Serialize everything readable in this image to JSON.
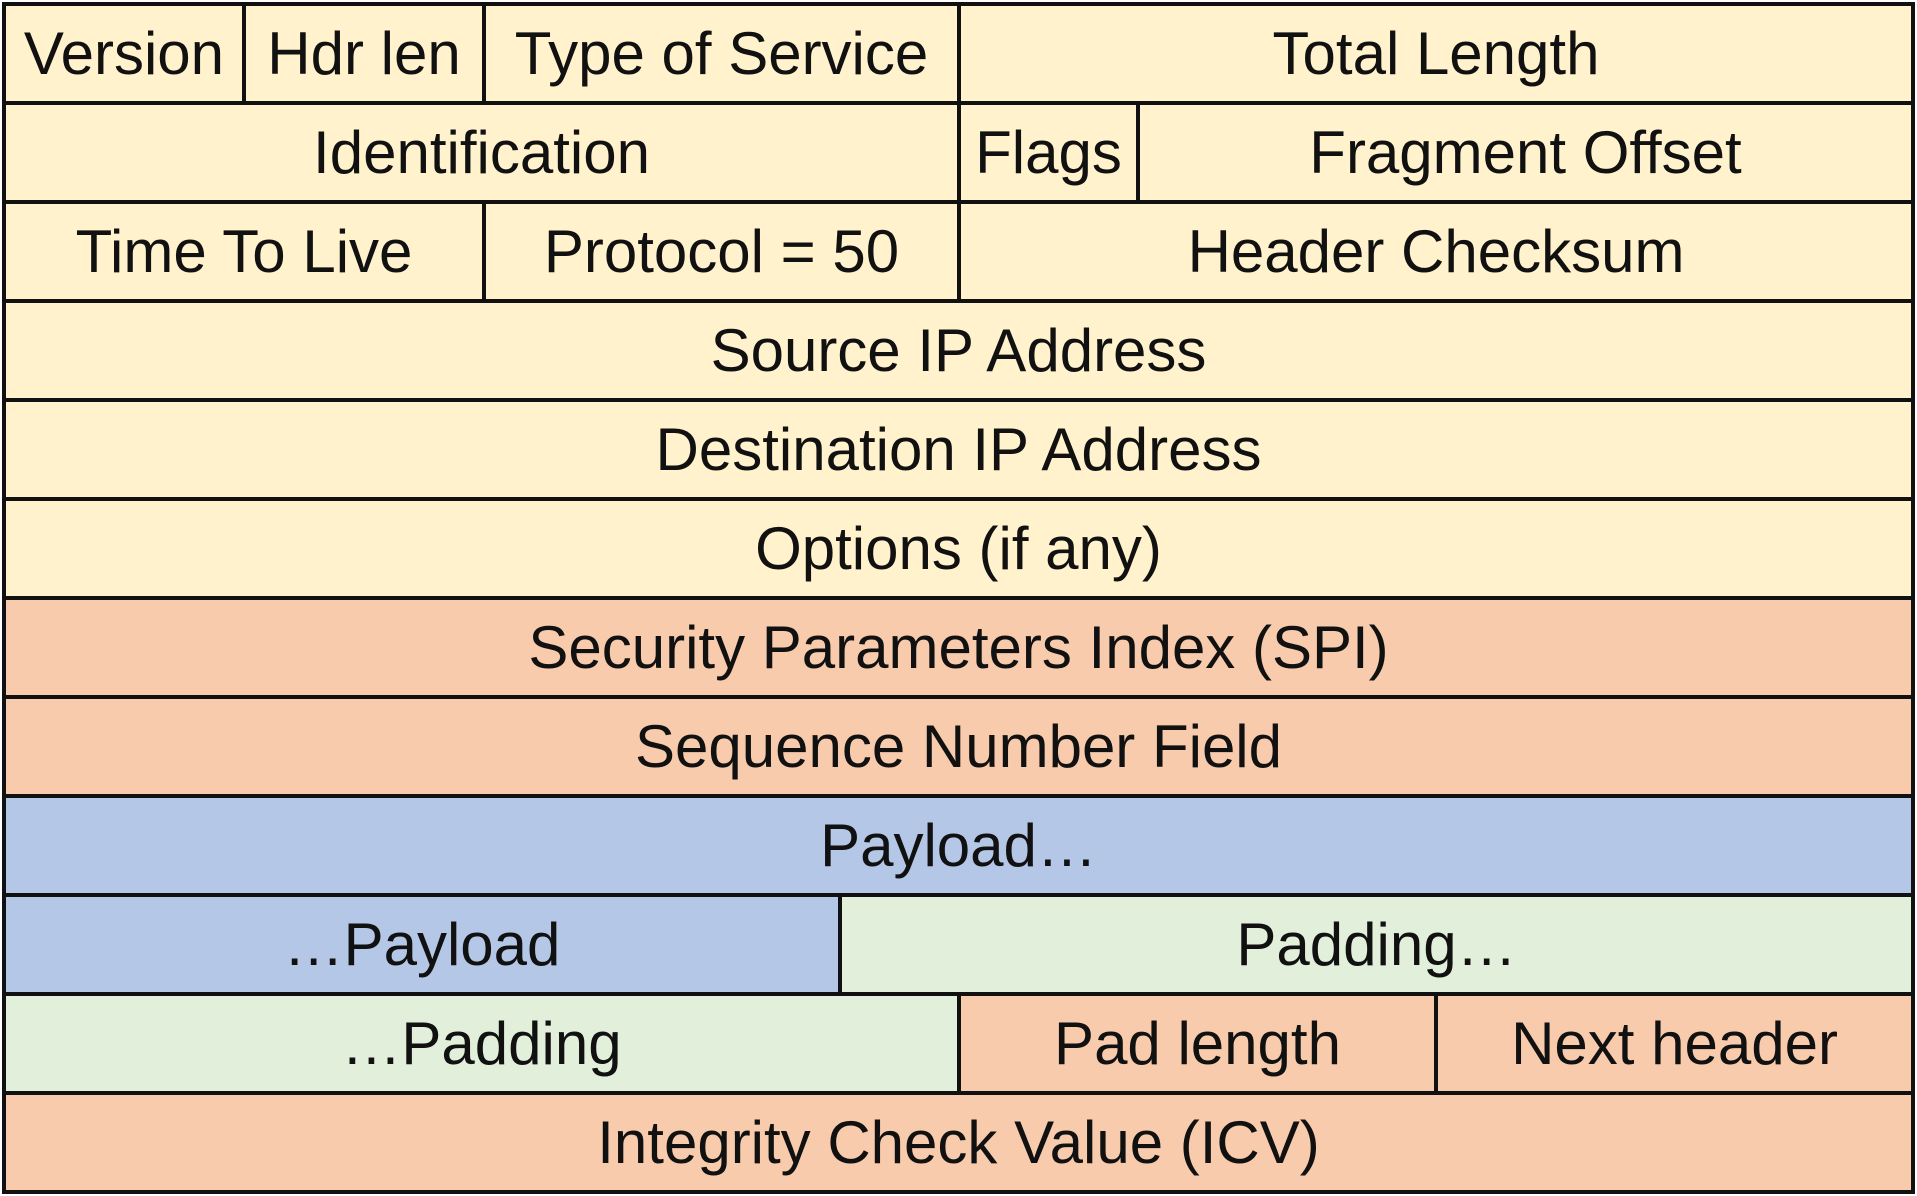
{
  "colors": {
    "ip_header": "#FFF2CC",
    "esp_header": "#F8CBAD",
    "payload": "#B4C7E7",
    "padding": "#E2EFDA",
    "border": "#111111"
  },
  "rows": [
    {
      "fields": [
        {
          "label": "Version",
          "section": "ip"
        },
        {
          "label": "Hdr len",
          "section": "ip"
        },
        {
          "label": "Type of Service",
          "section": "ip"
        },
        {
          "label": "Total Length",
          "section": "ip"
        }
      ]
    },
    {
      "fields": [
        {
          "label": "Identification",
          "section": "ip"
        },
        {
          "label": "Flags",
          "section": "ip"
        },
        {
          "label": "Fragment Offset",
          "section": "ip"
        }
      ]
    },
    {
      "fields": [
        {
          "label": "Time To Live",
          "section": "ip"
        },
        {
          "label": "Protocol = 50",
          "section": "ip"
        },
        {
          "label": "Header Checksum",
          "section": "ip"
        }
      ]
    },
    {
      "fields": [
        {
          "label": "Source IP Address",
          "section": "ip"
        }
      ]
    },
    {
      "fields": [
        {
          "label": "Destination IP Address",
          "section": "ip"
        }
      ]
    },
    {
      "fields": [
        {
          "label": "Options (if any)",
          "section": "ip"
        }
      ]
    },
    {
      "fields": [
        {
          "label": "Security Parameters Index (SPI)",
          "section": "esp"
        }
      ]
    },
    {
      "fields": [
        {
          "label": "Sequence Number Field",
          "section": "esp"
        }
      ]
    },
    {
      "fields": [
        {
          "label": "Payload…",
          "section": "pay"
        }
      ]
    },
    {
      "fields": [
        {
          "label": "…Payload",
          "section": "pay"
        },
        {
          "label": "Padding…",
          "section": "pad"
        }
      ]
    },
    {
      "fields": [
        {
          "label": "…Padding",
          "section": "pad"
        },
        {
          "label": "Pad length",
          "section": "esp"
        },
        {
          "label": "Next header",
          "section": "esp"
        }
      ]
    },
    {
      "fields": [
        {
          "label": "Integrity Check Value (ICV)",
          "section": "esp"
        }
      ]
    }
  ]
}
